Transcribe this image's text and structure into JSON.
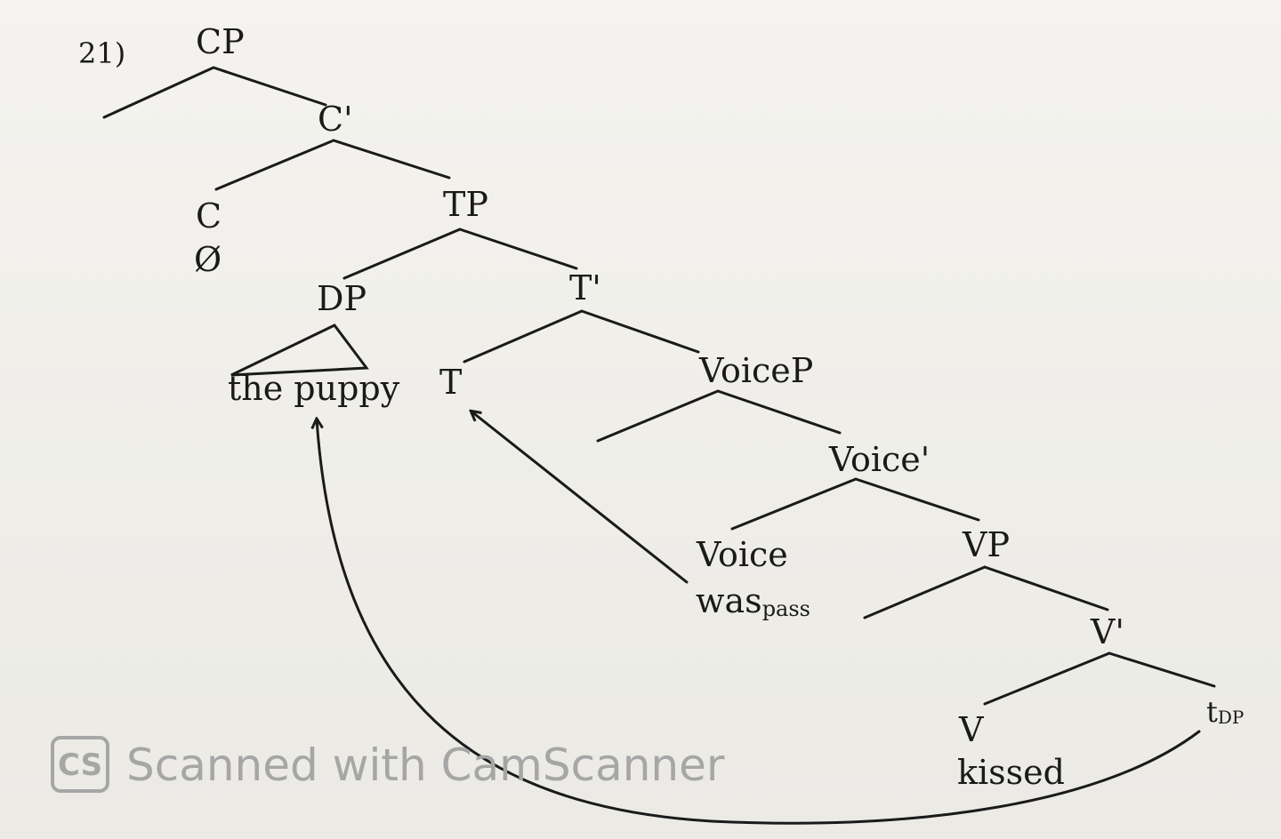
{
  "example_number": "21)",
  "nodes": {
    "cp": "CP",
    "c_bar": "C'",
    "c": "C",
    "c_null": "Ø",
    "tp": "TP",
    "dp": "DP",
    "dp_content": "the puppy",
    "t_bar": "T'",
    "t": "T",
    "voicep": "VoiceP",
    "voice_bar": "Voice'",
    "voice": "Voice",
    "voice_word": "was",
    "voice_word_sub": "pass",
    "vp": "VP",
    "v_bar": "V'",
    "v": "V",
    "v_word": "kissed",
    "trace": "t",
    "trace_sub": "DP"
  },
  "watermark": {
    "logo": "CS",
    "text": "Scanned with CamScanner"
  }
}
